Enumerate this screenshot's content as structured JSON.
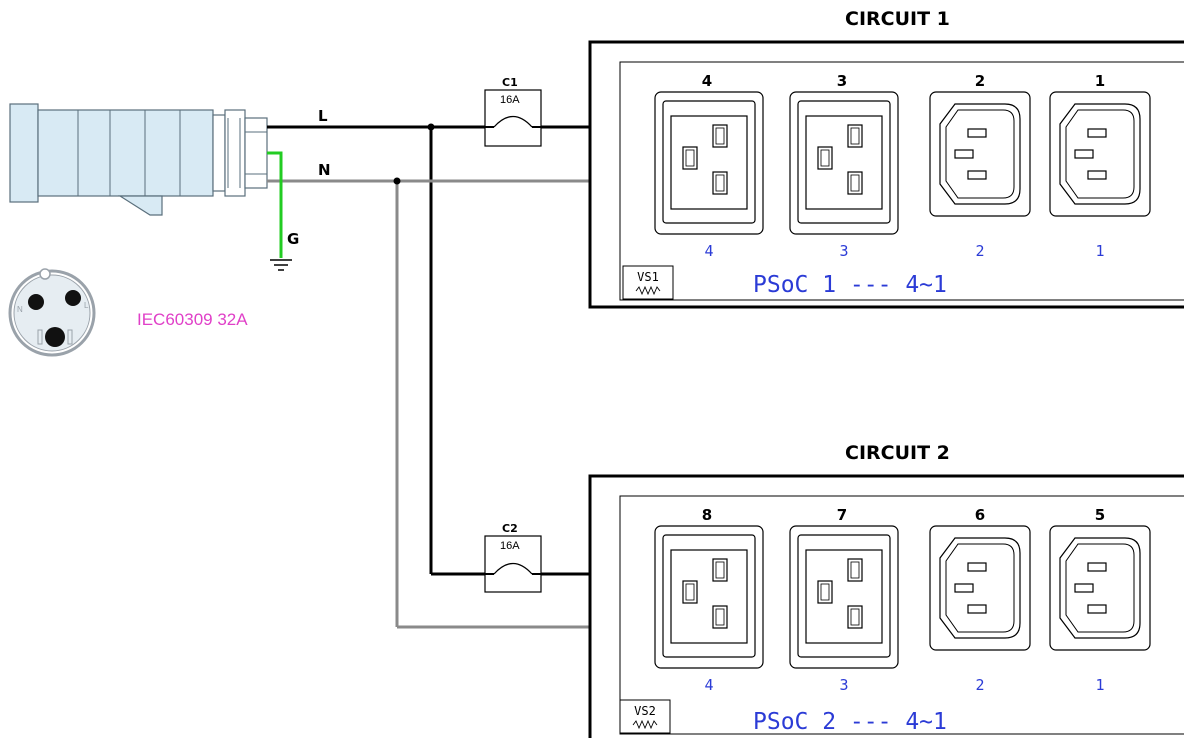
{
  "circuits": [
    {
      "title": "CIRCUIT 1",
      "breaker": {
        "label": "C1",
        "rating": "16A"
      },
      "outlets": [
        {
          "number": "4",
          "type": "C19",
          "sub": "4"
        },
        {
          "number": "3",
          "type": "C19",
          "sub": "3"
        },
        {
          "number": "2",
          "type": "C13",
          "sub": "2"
        },
        {
          "number": "1",
          "type": "C13",
          "sub": "1"
        }
      ],
      "vs_label": "VS1",
      "psoc_label": "PSoC 1 --- 4~1"
    },
    {
      "title": "CIRCUIT 2",
      "breaker": {
        "label": "C2",
        "rating": "16A"
      },
      "outlets": [
        {
          "number": "8",
          "type": "C19",
          "sub": "4"
        },
        {
          "number": "7",
          "type": "C19",
          "sub": "3"
        },
        {
          "number": "6",
          "type": "C13",
          "sub": "2"
        },
        {
          "number": "5",
          "type": "C13",
          "sub": "1"
        }
      ],
      "vs_label": "VS2",
      "psoc_label": "PSoC 2 --- 4~1"
    }
  ],
  "wires": {
    "line": "L",
    "neutral": "N",
    "ground": "G"
  },
  "plug": {
    "label": "IEC60309 32A",
    "pin_n": "N",
    "pin_l": "L"
  },
  "colors": {
    "line_wire": "#000000",
    "neutral_wire": "#8a8a8a",
    "ground_wire": "#22cc22",
    "plug_body": "#d8eaf4",
    "label_blue": "#2b3bd6",
    "label_pink": "#e040c8"
  }
}
